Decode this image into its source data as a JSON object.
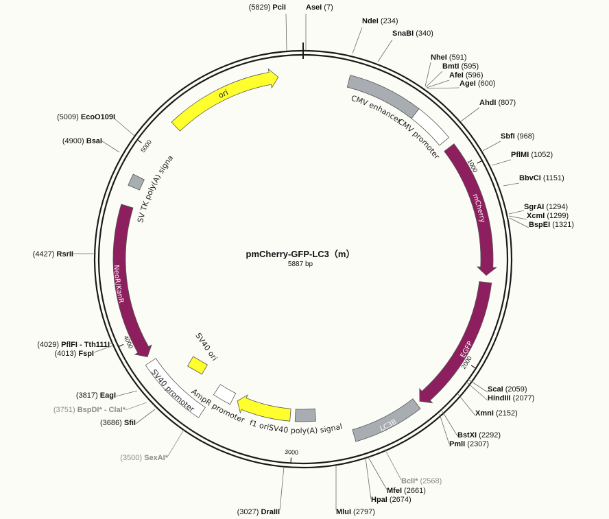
{
  "plasmid": {
    "name": "pmCherry-GFP-LC3（m）",
    "size_label": "5887 bp",
    "length": 5887
  },
  "colors": {
    "backbone": "#1a1a1a",
    "ori": "#ffff2e",
    "cds": "#8e1f5e",
    "gray": "#a8adb2",
    "white": "#ffffff",
    "leader": "#666666",
    "dim": "#8a8a8a"
  },
  "ticks": [
    {
      "pos": 1000,
      "label": "1000"
    },
    {
      "pos": 2000,
      "label": "2000"
    },
    {
      "pos": 3000,
      "label": "3000"
    },
    {
      "pos": 4000,
      "label": "4000"
    },
    {
      "pos": 5000,
      "label": "5000"
    }
  ],
  "features": [
    {
      "name": "ori",
      "start": 5170,
      "end": 5760,
      "dir": 1,
      "ring": "mid",
      "style": "ori"
    },
    {
      "name": "CMV enhancer",
      "start": 235,
      "end": 615,
      "dir": 0,
      "ring": "mid",
      "style": "gray"
    },
    {
      "name": "CMV promoter",
      "start": 615,
      "end": 820,
      "dir": 0,
      "ring": "mid",
      "style": "white"
    },
    {
      "name": "mCherry",
      "start": 860,
      "end": 1555,
      "dir": 1,
      "ring": "mid",
      "style": "cds"
    },
    {
      "name": "EGFP",
      "start": 1590,
      "end": 2300,
      "dir": 1,
      "ring": "mid",
      "style": "cds"
    },
    {
      "name": "LC3B",
      "start": 2320,
      "end": 2680,
      "dir": 0,
      "ring": "mid",
      "style": "gray"
    },
    {
      "name": "SV40 poly(A) signal",
      "start": 2870,
      "end": 2990,
      "dir": 0,
      "ring": "inner",
      "style": "gray"
    },
    {
      "name": "f1 ori",
      "start": 3020,
      "end": 3350,
      "dir": 1,
      "ring": "inner",
      "style": "ori"
    },
    {
      "name": "AmpR promoter",
      "start": 3380,
      "end": 3490,
      "dir": 0,
      "ring": "inner",
      "style": "white"
    },
    {
      "name": "SV40 promoter",
      "start": 3490,
      "end": 3860,
      "dir": 0,
      "ring": "mid",
      "style": "white"
    },
    {
      "name": "NeoR/KanR",
      "start": 3890,
      "end": 4690,
      "dir": -1,
      "ring": "mid",
      "style": "cds"
    },
    {
      "name": "HSV TK poly(A) signal",
      "start": 4790,
      "end": 4850,
      "dir": 0,
      "ring": "mid",
      "style": "gray"
    }
  ],
  "sv40_ori": {
    "name": "SV40 ori"
  },
  "sites": [
    {
      "name": "PciI",
      "pos": "(5829)",
      "side": "left",
      "dim": false
    },
    {
      "name": "AseI",
      "pos": "(7)",
      "side": "right",
      "dim": false
    },
    {
      "name": "NdeI",
      "pos": "(234)",
      "side": "right",
      "dim": false
    },
    {
      "name": "SnaBI",
      "pos": "(340)",
      "side": "right",
      "dim": false
    },
    {
      "name": "NheI",
      "pos": "(591)",
      "side": "right",
      "dim": false
    },
    {
      "name": "BmtI",
      "pos": "(595)",
      "side": "right",
      "dim": false
    },
    {
      "name": "AfeI",
      "pos": "(596)",
      "side": "right",
      "dim": false
    },
    {
      "name": "AgeI",
      "pos": "(600)",
      "side": "right",
      "dim": false
    },
    {
      "name": "AhdI",
      "pos": "(807)",
      "side": "right",
      "dim": false
    },
    {
      "name": "SbfI",
      "pos": "(968)",
      "side": "right",
      "dim": false
    },
    {
      "name": "PflMI",
      "pos": "(1052)",
      "side": "right",
      "dim": false
    },
    {
      "name": "BbvCI",
      "pos": "(1151)",
      "side": "right",
      "dim": false
    },
    {
      "name": "SgrAI",
      "pos": "(1294)",
      "side": "right",
      "dim": false
    },
    {
      "name": "XcmI",
      "pos": "(1299)",
      "side": "right",
      "dim": false
    },
    {
      "name": "BspEI",
      "pos": "(1321)",
      "side": "right",
      "dim": false
    },
    {
      "name": "ScaI",
      "pos": "(2059)",
      "side": "right",
      "dim": false
    },
    {
      "name": "HindIII",
      "pos": "(2077)",
      "side": "right",
      "dim": false
    },
    {
      "name": "XmnI",
      "pos": "(2152)",
      "side": "right",
      "dim": false
    },
    {
      "name": "BstXI",
      "pos": "(2292)",
      "side": "right",
      "dim": false
    },
    {
      "name": "PmlI",
      "pos": "(2307)",
      "side": "right",
      "dim": false
    },
    {
      "name": "BclI*",
      "pos": "(2568)",
      "side": "right",
      "dim": true
    },
    {
      "name": "MfeI",
      "pos": "(2661)",
      "side": "right",
      "dim": false
    },
    {
      "name": "HpaI",
      "pos": "(2674)",
      "side": "right",
      "dim": false
    },
    {
      "name": "MluI",
      "pos": "(2797)",
      "side": "right",
      "dim": false
    },
    {
      "name": "DraIII",
      "pos": "(3027)",
      "side": "left",
      "dim": false
    },
    {
      "name": "SexAI*",
      "pos": "(3500)",
      "side": "left",
      "dim": true
    },
    {
      "name": "SfiI",
      "pos": "(3686)",
      "side": "left",
      "dim": false
    },
    {
      "name": "BspDI* - ClaI*",
      "pos": "(3751)",
      "side": "left",
      "dim": true
    },
    {
      "name": "EagI",
      "pos": "(3817)",
      "side": "left",
      "dim": false
    },
    {
      "name": "FspI",
      "pos": "(4013)",
      "side": "left",
      "dim": false
    },
    {
      "name": "PflFI - Tth111I",
      "pos": "(4029)",
      "side": "left",
      "dim": false
    },
    {
      "name": "RsrII",
      "pos": "(4427)",
      "side": "left",
      "dim": false
    },
    {
      "name": "BsaI",
      "pos": "(4900)",
      "side": "left",
      "dim": false
    },
    {
      "name": "EcoO109I",
      "pos": "(5009)",
      "side": "left",
      "dim": false
    }
  ]
}
